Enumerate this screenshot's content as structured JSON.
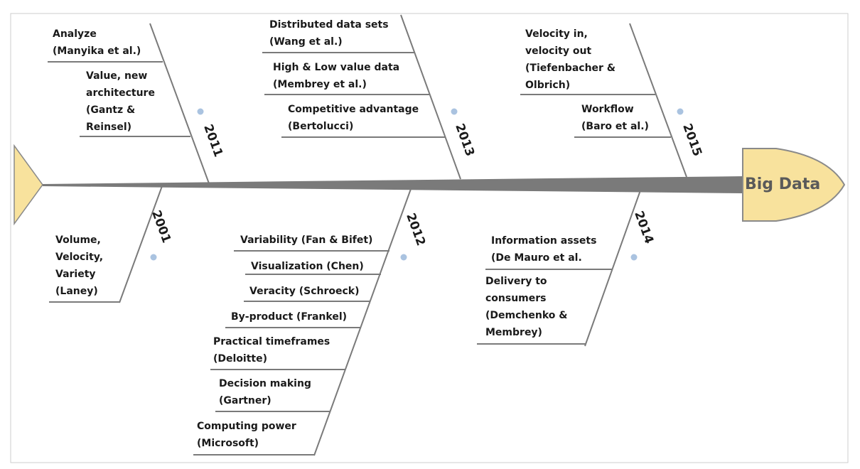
{
  "head": "Big Data",
  "branches": {
    "y2001": {
      "year": "2001",
      "items": [
        "Volume,\nVelocity,\nVariety\n(Laney)"
      ]
    },
    "y2011": {
      "year": "2011",
      "items": [
        "Analyze\n(Manyika et al.)",
        "Value, new\narchitecture\n(Gantz &\nReinsel)"
      ]
    },
    "y2012": {
      "year": "2012",
      "items": [
        "Variability (Fan & Bifet)",
        "Visualization (Chen)",
        "Veracity (Schroeck)",
        "By-product (Frankel)",
        "Practical timeframes\n(Deloitte)",
        "Decision making\n(Gartner)",
        "Computing power\n(Microsoft)"
      ]
    },
    "y2013": {
      "year": "2013",
      "items": [
        "Distributed data sets\n(Wang et al.)",
        "High & Low value data\n(Membrey et al.)",
        "Competitive advantage\n(Bertolucci)"
      ]
    },
    "y2014": {
      "year": "2014",
      "items": [
        "Information assets\n(De Mauro et al.",
        "Delivery to\nconsumers\n(Demchenko &\nMembrey)"
      ]
    },
    "y2015": {
      "year": "2015",
      "items": [
        "Velocity in,\nvelocity out\n(Tiefenbacher &\nOlbrich)",
        "Workflow\n(Baro et al.)"
      ]
    }
  },
  "colors": {
    "spine": "#7a7a7a",
    "line": "#7a7a7a",
    "head_fill": "#f8e29d",
    "head_stroke": "#8a8a8a",
    "border": "#cccccc",
    "marker": "#aac3e0"
  }
}
